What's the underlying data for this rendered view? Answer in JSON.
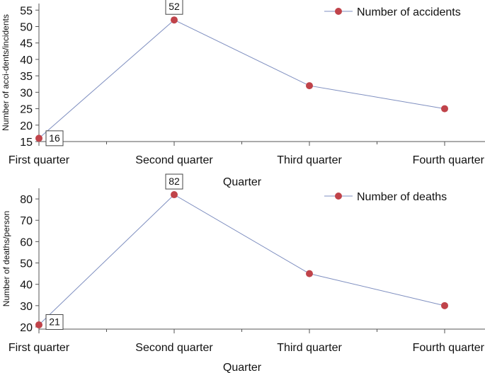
{
  "chart_data": [
    {
      "type": "line",
      "categories": [
        "First quarter",
        "Second quarter",
        "Third quarter",
        "Fourth quarter"
      ],
      "series": [
        {
          "name": "Number of accidents",
          "values": [
            16,
            52,
            32,
            25
          ]
        }
      ],
      "data_labels": [
        {
          "index": 0,
          "text": "16"
        },
        {
          "index": 1,
          "text": "52"
        }
      ],
      "xlabel": "Quarter",
      "ylabel": "Number of acci-dents/incidents",
      "ylim": [
        15,
        57
      ],
      "yticks": [
        15,
        20,
        25,
        30,
        35,
        40,
        45,
        50,
        55
      ],
      "grid": false,
      "legend_position": "top-right",
      "colors": {
        "line": "#7f8fc0",
        "marker": "#c0434a"
      }
    },
    {
      "type": "line",
      "categories": [
        "First quarter",
        "Second quarter",
        "Third quarter",
        "Fourth quarter"
      ],
      "series": [
        {
          "name": "Number of deaths",
          "values": [
            21,
            82,
            45,
            30
          ]
        }
      ],
      "data_labels": [
        {
          "index": 0,
          "text": "21"
        },
        {
          "index": 1,
          "text": "82"
        }
      ],
      "xlabel": "Quarter",
      "ylabel": "Number of deaths/person",
      "ylim": [
        19,
        85
      ],
      "yticks": [
        20,
        30,
        40,
        50,
        60,
        70,
        80
      ],
      "grid": false,
      "legend_position": "top-right",
      "colors": {
        "line": "#7f8fc0",
        "marker": "#c0434a"
      }
    }
  ]
}
